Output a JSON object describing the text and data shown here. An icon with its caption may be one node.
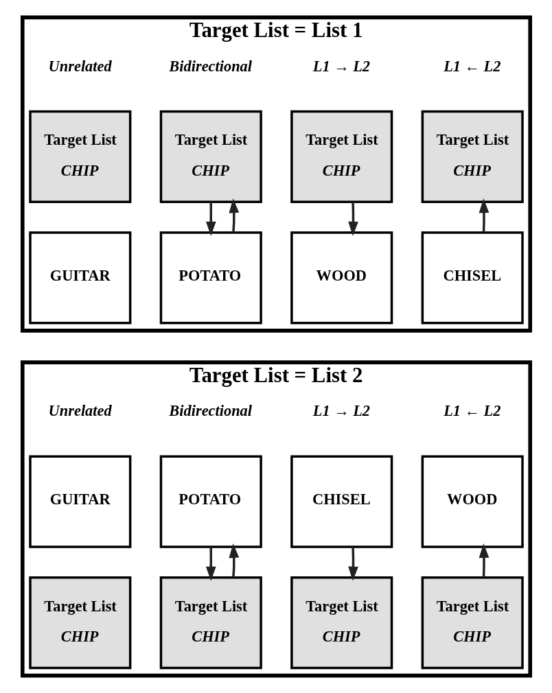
{
  "diagram": {
    "nodes": [
      {
        "text": [
          "Target List = List 1"
        ]
      },
      {
        "text": [
          "Target List",
          "CHIP"
        ],
        "in": 0,
        "beside": [
          "Unrelated"
        ]
      },
      {
        "text": [
          "Target List",
          "CHIP"
        ],
        "in": 0,
        "beside": [
          "Bidirectional"
        ]
      },
      {
        "text": [
          "Target List",
          "CHIP"
        ],
        "in": 0,
        "beside": [
          "L1 → L2"
        ]
      },
      {
        "text": [
          "Target List",
          "CHIP"
        ],
        "in": 0,
        "beside": [
          "L1 ← L2"
        ]
      },
      {
        "text": [
          "GUITAR"
        ],
        "in": 0
      },
      {
        "text": [
          "POTATO"
        ],
        "in": 0
      },
      {
        "text": [
          "WOOD"
        ],
        "in": 0
      },
      {
        "text": [
          "CHISEL"
        ],
        "in": 0
      },
      {
        "text": [
          "Target List = List 2"
        ]
      },
      {
        "text": [
          "GUITAR"
        ],
        "in": 9,
        "beside": [
          "Unrelated"
        ]
      },
      {
        "text": [
          "POTATO"
        ],
        "in": 9,
        "beside": [
          "Bidirectional"
        ]
      },
      {
        "text": [
          "CHISEL"
        ],
        "in": 9,
        "beside": [
          "L1 → L2"
        ]
      },
      {
        "text": [
          "WOOD"
        ],
        "in": 9,
        "beside": [
          "L1 ← L2"
        ]
      },
      {
        "text": [
          "Target List",
          "CHIP"
        ],
        "in": 9
      },
      {
        "text": [
          "Target List",
          "CHIP"
        ],
        "in": 9
      },
      {
        "text": [
          "Target List",
          "CHIP"
        ],
        "in": 9
      },
      {
        "text": [
          "Target List",
          "CHIP"
        ],
        "in": 9
      }
    ],
    "edges": [
      {
        "from": 2,
        "to": 6,
        "arrow": "to"
      },
      {
        "from": 6,
        "to": 2,
        "arrow": "to"
      },
      {
        "from": 3,
        "to": 7,
        "arrow": "to"
      },
      {
        "from": 8,
        "to": 4,
        "arrow": "to"
      },
      {
        "from": 11,
        "to": 15,
        "arrow": "to"
      },
      {
        "from": 15,
        "to": 11,
        "arrow": "to"
      },
      {
        "from": 12,
        "to": 16,
        "arrow": "to"
      },
      {
        "from": 17,
        "to": 13,
        "arrow": "to"
      }
    ]
  }
}
